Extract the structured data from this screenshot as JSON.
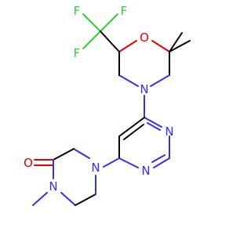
{
  "atoms": {
    "f1": {
      "symbol": "F",
      "color": "#32cd32"
    },
    "f2": {
      "symbol": "F",
      "color": "#32cd32"
    },
    "f3": {
      "symbol": "F",
      "color": "#32cd32"
    },
    "o_morph": {
      "symbol": "O",
      "color": "#e60000"
    },
    "n_morph": {
      "symbol": "N",
      "color": "#3232e6"
    },
    "n_pyr1": {
      "symbol": "N",
      "color": "#3232e6"
    },
    "n_pyr2": {
      "symbol": "N",
      "color": "#3232e6"
    },
    "n_pip4": {
      "symbol": "N",
      "color": "#3232e6"
    },
    "o_carbonyl": {
      "symbol": "O",
      "color": "#e60000"
    },
    "n_pip1": {
      "symbol": "N",
      "color": "#3232e6"
    }
  }
}
